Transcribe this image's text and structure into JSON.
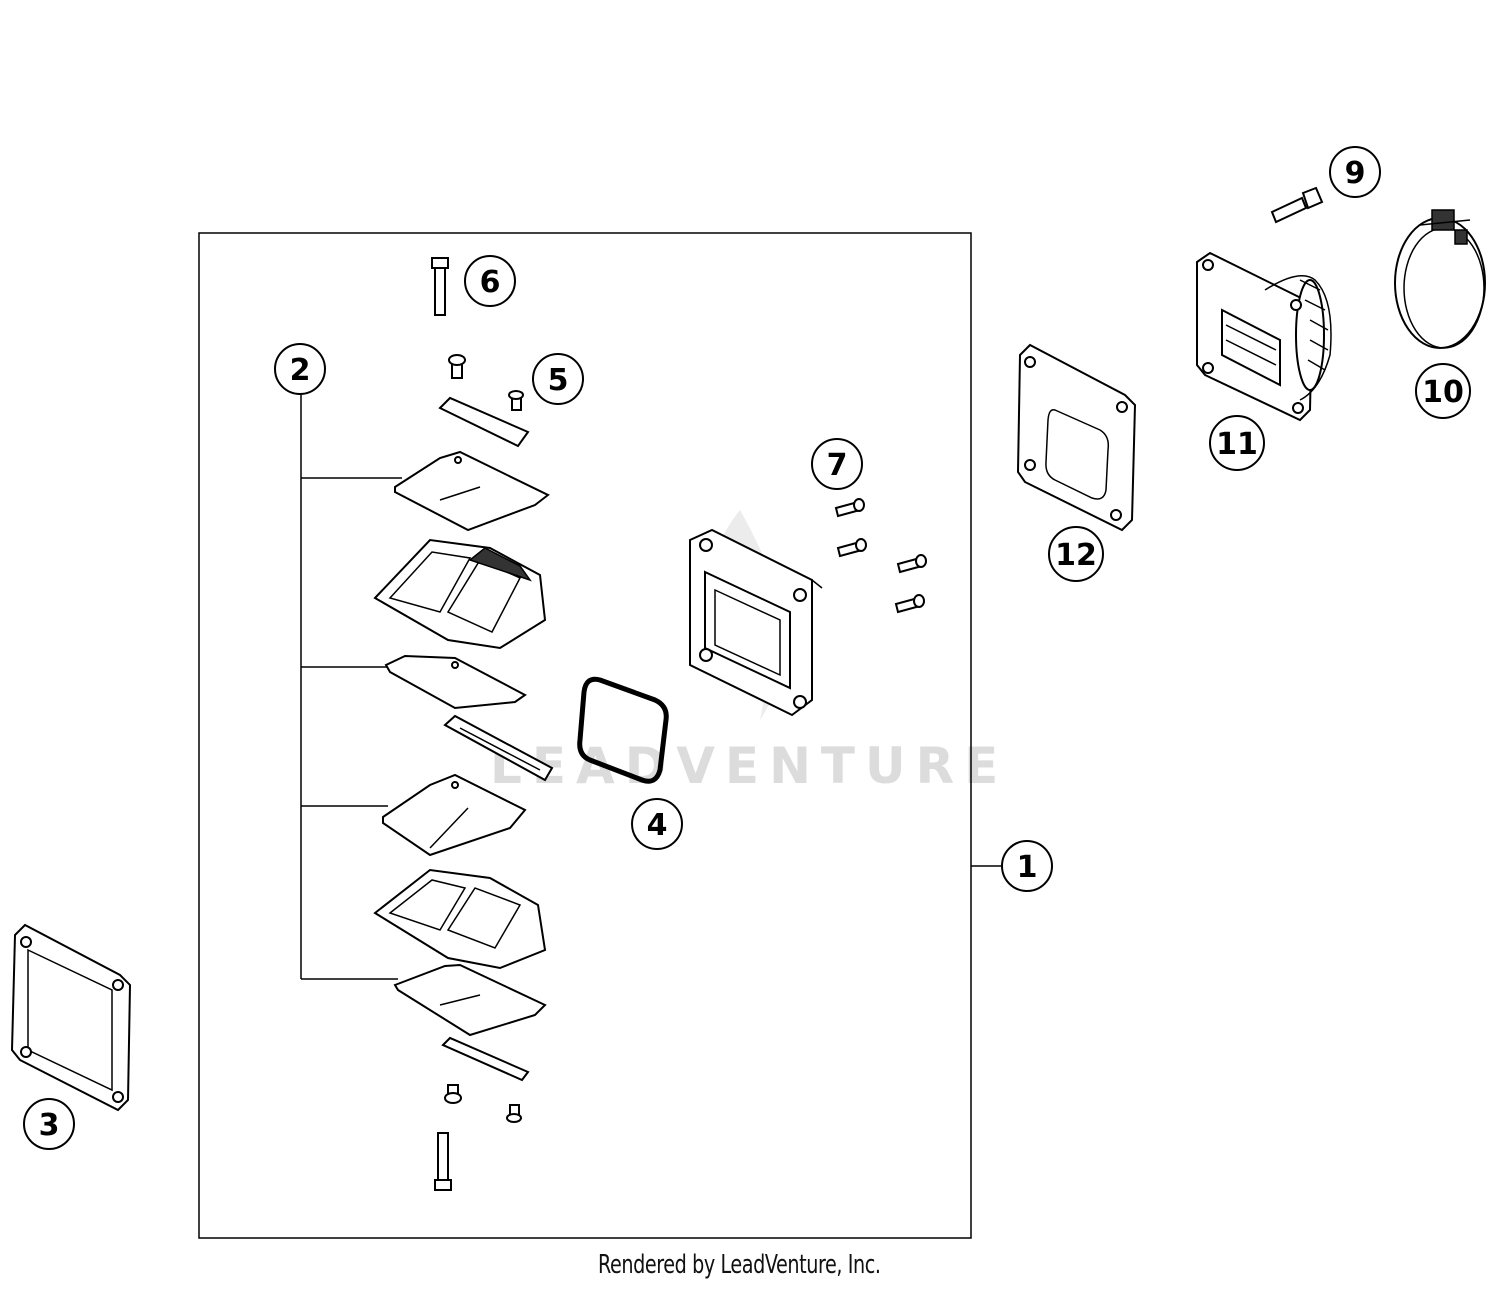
{
  "watermark": "LEADVENTURE",
  "footer_text": "Rendered by LeadVenture, Inc.",
  "callouts": [
    {
      "id": "1",
      "label": "1"
    },
    {
      "id": "2",
      "label": "2"
    },
    {
      "id": "3",
      "label": "3"
    },
    {
      "id": "4",
      "label": "4"
    },
    {
      "id": "5",
      "label": "5"
    },
    {
      "id": "6",
      "label": "6"
    },
    {
      "id": "7",
      "label": "7"
    },
    {
      "id": "9",
      "label": "9"
    },
    {
      "id": "10",
      "label": "10"
    },
    {
      "id": "11",
      "label": "11"
    },
    {
      "id": "12",
      "label": "12"
    }
  ]
}
